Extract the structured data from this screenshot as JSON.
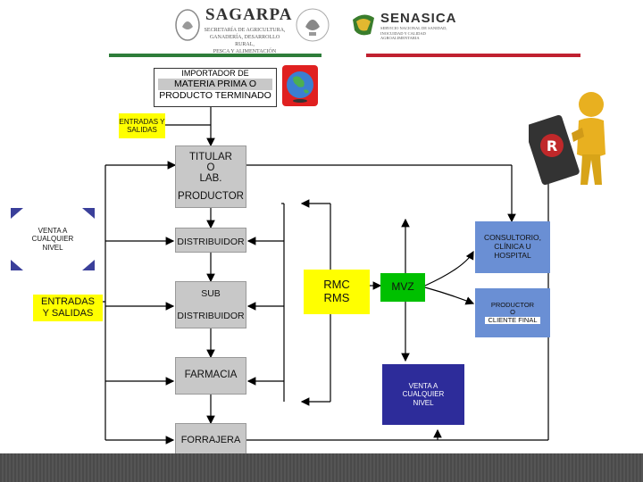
{
  "header": {
    "sagarpa": "SAGARPA",
    "sagarpa_sub": [
      "SECRETARÍA DE AGRICULTURA,",
      "GANADERÍA, DESARROLLO RURAL,",
      "PESCA Y ALIMENTACIÓN"
    ],
    "senasica": "SENASICA",
    "senasica_sub": [
      "SERVICIO NACIONAL DE SANIDAD,",
      "INOCUIDAD Y CALIDAD",
      "AGROALIMENTARIA"
    ]
  },
  "nodes": {
    "importador_line1": "IMPORTADOR DE",
    "importador_line2": "MATERIA PRIMA O",
    "importador_line3": "PRODUCTO TERMINADO",
    "entradas_salidas_top_1": "ENTRADAS Y",
    "entradas_salidas_top_2": "SALIDAS",
    "titular_1": "TITULAR",
    "titular_2": "O",
    "titular_3": "LAB.",
    "titular_4": "PRODUCTOR",
    "venta_left_1": "VENTA A",
    "venta_left_2": "CUALQUIER",
    "venta_left_3": "NIVEL",
    "entradas_left_1": "ENTRADAS",
    "entradas_left_2": "Y SALIDAS",
    "distribuidor": "DISTRIBUIDOR",
    "sub_1": "SUB",
    "sub_2": "DISTRIBUIDOR",
    "farmacia": "FARMACIA",
    "forrajera": "FORRAJERA",
    "rmc_1": "RMC",
    "rmc_2": "RMS",
    "mvz": "MVZ",
    "consultorio_1": "CONSULTORIO,",
    "consultorio_2": "CLÍNICA U",
    "consultorio_3": "HOSPITAL",
    "productor_1": "PRODUCTOR",
    "productor_2": "O",
    "productor_3": "CLIENTE FINAL",
    "venta_right_1": "VENTA A",
    "venta_right_2": "CUALQUIER",
    "venta_right_3": "NIVEL"
  },
  "colors": {
    "yellow": "#ffff00",
    "blue": "#6a8fd4",
    "navy": "#2d2c9a",
    "green": "#00c000",
    "red": "#e02020"
  },
  "icons": [
    "mexico-seal-icon",
    "senasica-logo-icon",
    "globe-icon",
    "registered-book-figure-icon"
  ]
}
